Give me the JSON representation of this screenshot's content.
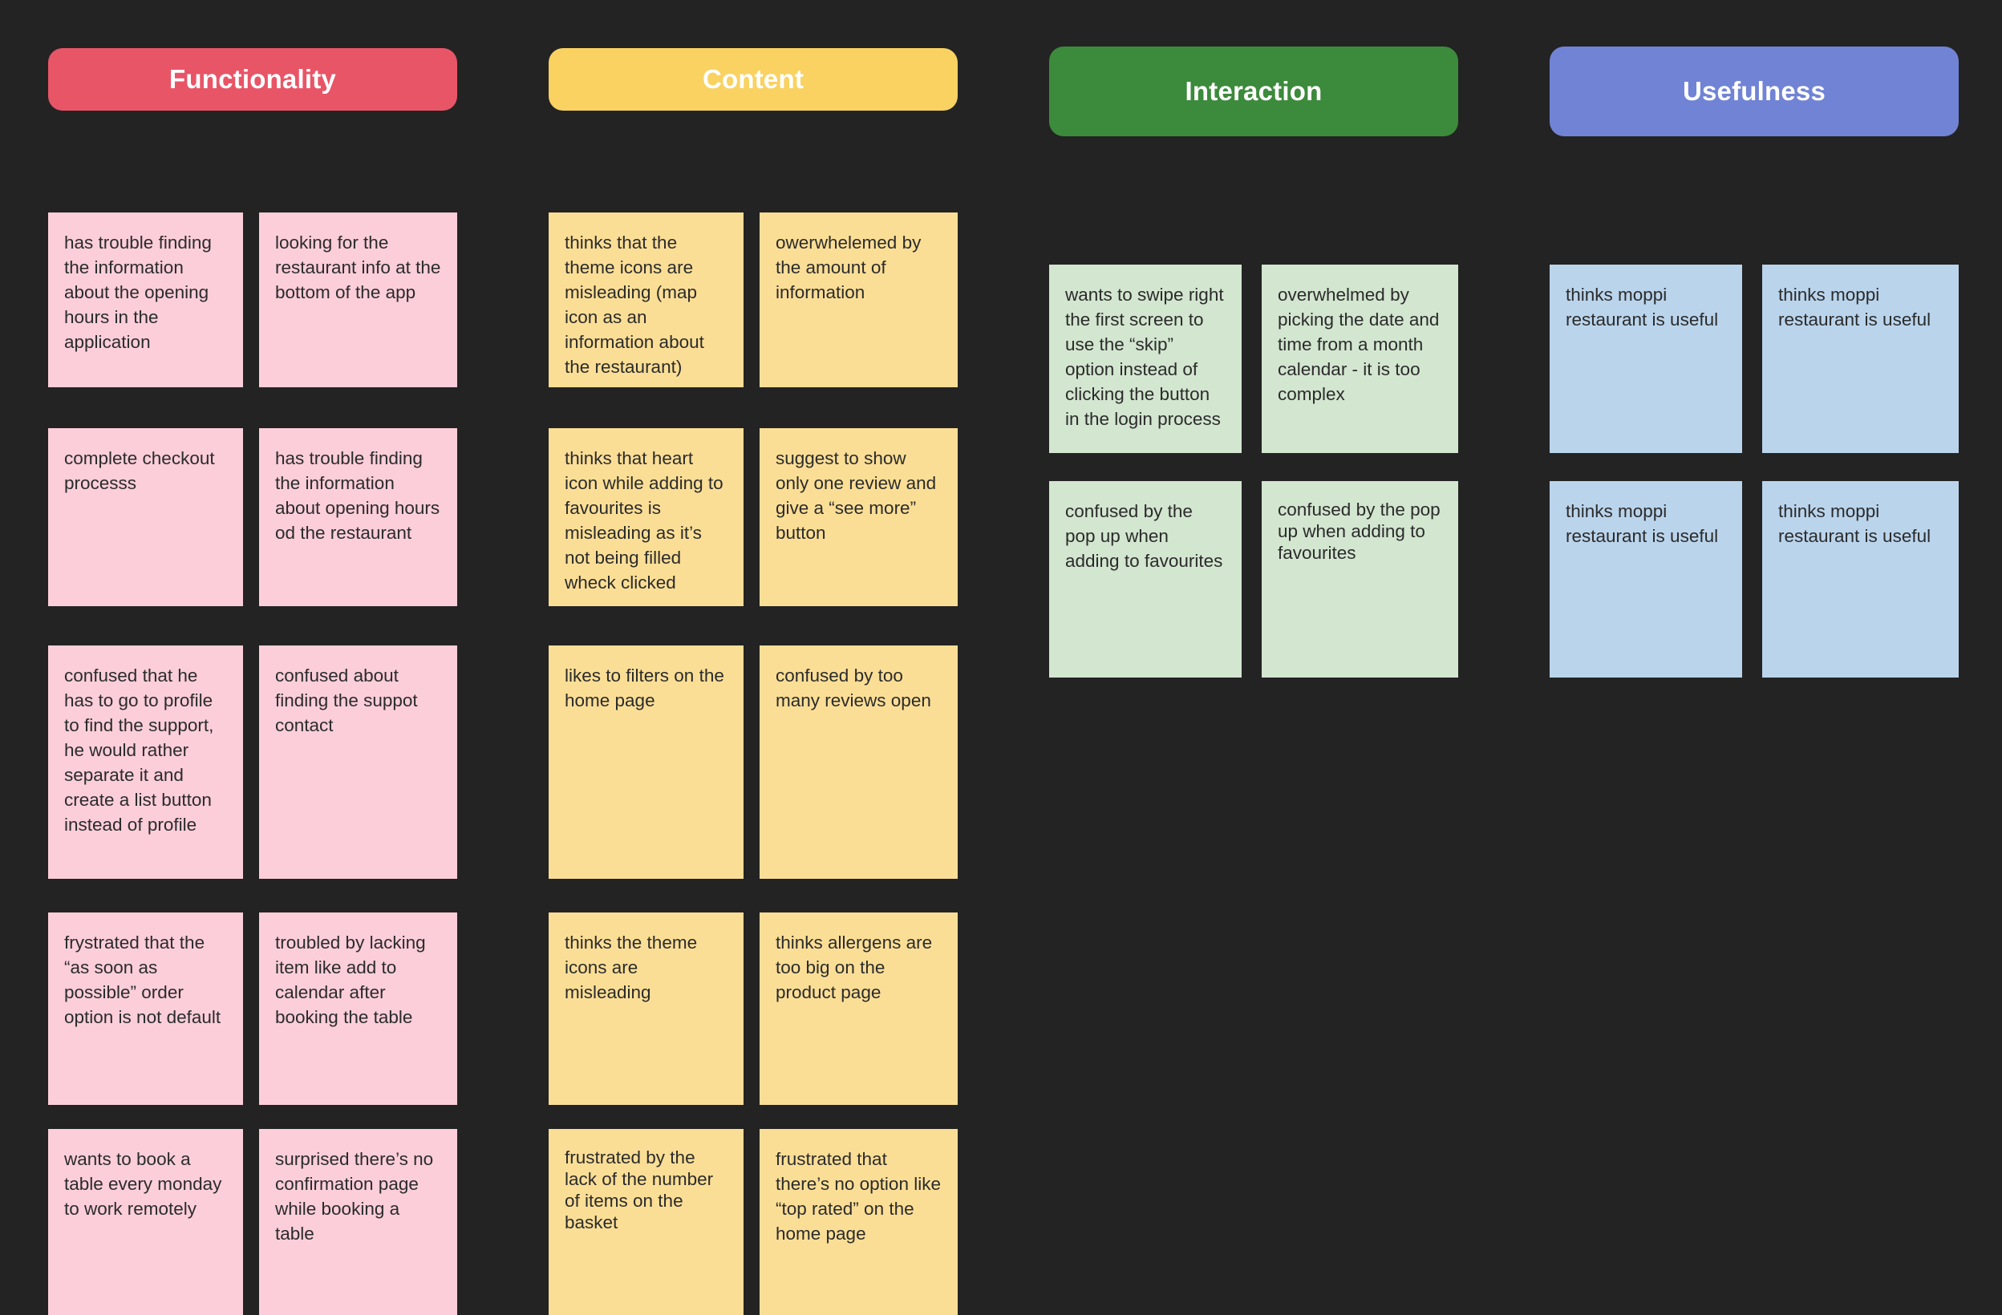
{
  "board": {
    "background_color": "#232323",
    "columns": [
      {
        "id": "functionality",
        "title": "Functionality",
        "header_color": "#E85567",
        "note_color": "#FBCEDA",
        "notes": [
          {
            "text": "has trouble finding the information about the opening hours in the application"
          },
          {
            "text": "looking for the restaurant info at the bottom of the app"
          },
          {
            "text": "complete checkout processs"
          },
          {
            "text": "has trouble finding the information about opening hours od the restaurant"
          },
          {
            "text": "confused that he has to go to profile to find the support, he would rather separate it and create a list button instead of profile"
          },
          {
            "text": "confused about finding the suppot contact"
          },
          {
            "text": "frystrated that the “as soon as possible” order option is not default"
          },
          {
            "text": "troubled by lacking item like add to calendar after booking the table"
          },
          {
            "text": "wants to book a table every monday to work remotely"
          },
          {
            "text": "surprised there’s no confirmation page while booking a table"
          }
        ]
      },
      {
        "id": "content",
        "title": "Content",
        "header_color": "#F9D262",
        "note_color": "#FBDE96",
        "notes": [
          {
            "text": "thinks that the theme icons are misleading (map icon as an information about the restaurant)"
          },
          {
            "text": "owerwhelemed by the amount of information"
          },
          {
            "text": "thinks that heart icon while adding to favourites is misleading as it’s not being filled wheck clicked"
          },
          {
            "text": "suggest to show only one review and give a “see more” button"
          },
          {
            "text": "likes to filters on the home page"
          },
          {
            "text": "confused by too many reviews open"
          },
          {
            "text": "thinks the theme icons are misleading"
          },
          {
            "text": "thinks allergens are too big on the product page"
          },
          {
            "text": "frustrated by the lack of the number of items on the basket"
          },
          {
            "text": "frustrated that there’s no option like “top rated” on the home page"
          }
        ]
      },
      {
        "id": "interaction",
        "title": "Interaction",
        "header_color": "#3C8A3C",
        "note_color": "#D3E6D0",
        "notes": [
          {
            "text": "wants to swipe right the first screen to use the “skip” option instead of clicking the button in the login process"
          },
          {
            "text": "overwhelmed by picking the date and time from a month calendar - it is too complex"
          },
          {
            "text": "confused by the pop up when adding to favourites"
          },
          {
            "text": "confused by the pop up when adding to favourites"
          }
        ]
      },
      {
        "id": "usefulness",
        "title": "Usefulness",
        "header_color": "#7183D4",
        "note_color": "#BAD4EC",
        "notes": [
          {
            "text": "thinks moppi restaurant is useful"
          },
          {
            "text": "thinks moppi restaurant is useful"
          },
          {
            "text": "thinks moppi restaurant is useful"
          },
          {
            "text": "thinks moppi restaurant is useful"
          }
        ]
      }
    ]
  }
}
